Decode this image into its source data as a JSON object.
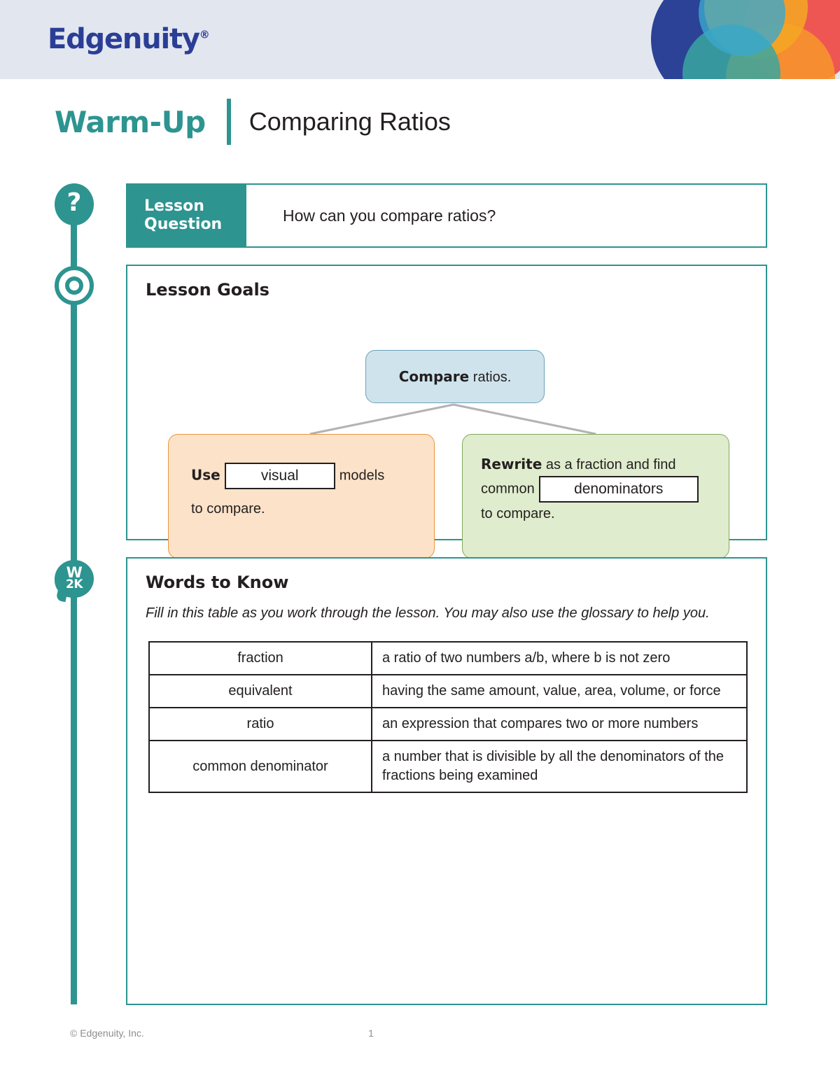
{
  "header": {
    "brand": "Edgenuity",
    "trademark": "®",
    "logo_mark_name": "edgenuity-circles-logo",
    "band_color": "#e2e6ef",
    "brand_color": "#2b3e96"
  },
  "title": {
    "eyebrow": "Warm-Up",
    "lesson_name": "Comparing Ratios",
    "accent_color": "#2d9490"
  },
  "lesson_question": {
    "label_line1": "Lesson",
    "label_line2": "Question",
    "question": "How can you compare ratios?",
    "icon": "question-mark-icon"
  },
  "lesson_goals": {
    "heading": "Lesson Goals",
    "icon": "target-icon",
    "top_node": {
      "bold": "Compare",
      "rest": " ratios.",
      "fill_color": "#cfe3ed",
      "border_color": "#6ba3b8"
    },
    "left_node": {
      "bold": "Use",
      "blank_value": "visual",
      "middle": "models",
      "tail": "to compare.",
      "fill_color": "#fce2c8",
      "border_color": "#e8963c"
    },
    "right_node": {
      "bold": "Rewrite",
      "lead": " as a fraction and find",
      "middle": "common",
      "blank_value": "denominators",
      "tail": "to compare.",
      "fill_color": "#dfeccd",
      "border_color": "#83a95c"
    },
    "connector_color": "#b3b3b3"
  },
  "words_to_know": {
    "heading": "Words to Know",
    "icon": "w2k-speech-bubble-icon",
    "icon_text_top": "W",
    "icon_text_bottom": "2K",
    "instructions": "Fill in this table as you work through the lesson. You may also use the glossary to help you.",
    "rows": [
      {
        "term": "fraction",
        "definition": "a ratio of two numbers a/b, where b is not zero"
      },
      {
        "term": "equivalent",
        "definition": "having the same amount, value, area, volume, or force"
      },
      {
        "term": "ratio",
        "definition": "an expression that compares two or more numbers"
      },
      {
        "term": "common denominator",
        "definition": "a number that is divisible by all the denominators of the fractions being examined"
      }
    ]
  },
  "footer": {
    "copyright": "© Edgenuity, Inc.",
    "page_number": "1"
  }
}
